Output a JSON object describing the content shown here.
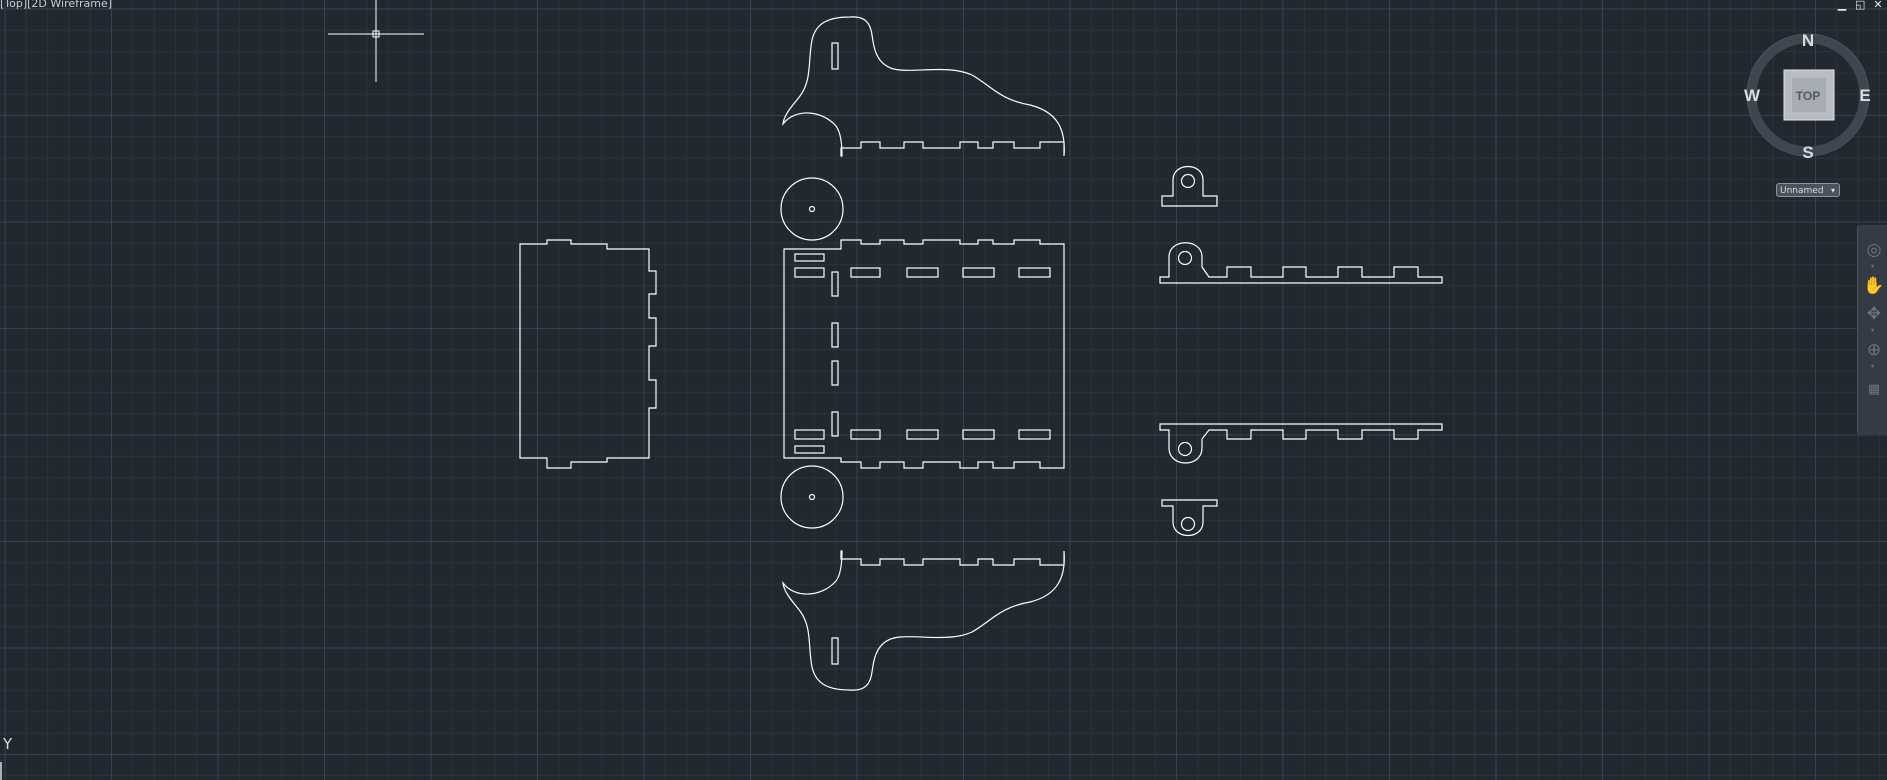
{
  "viewport": {
    "label": "[Top][2D Wireframe]",
    "ucs_axis_label": "Y"
  },
  "window_controls": {
    "minimize": "▁",
    "restore": "◱",
    "close": "✕"
  },
  "viewcube": {
    "face": "TOP",
    "north": "N",
    "south": "S",
    "east": "E",
    "west": "W"
  },
  "wcs_menu": {
    "label": "Unnamed",
    "caret": "▾"
  },
  "nav_bar": {
    "tools": [
      "steering-wheel",
      "pan",
      "zoom-extents",
      "orbit",
      "showmotion"
    ]
  },
  "colors": {
    "background": "#212830",
    "grid_minor": "#2a323c",
    "grid_major": "#394350",
    "geometry": "#ffffff",
    "crosshair": "#ffffff"
  }
}
